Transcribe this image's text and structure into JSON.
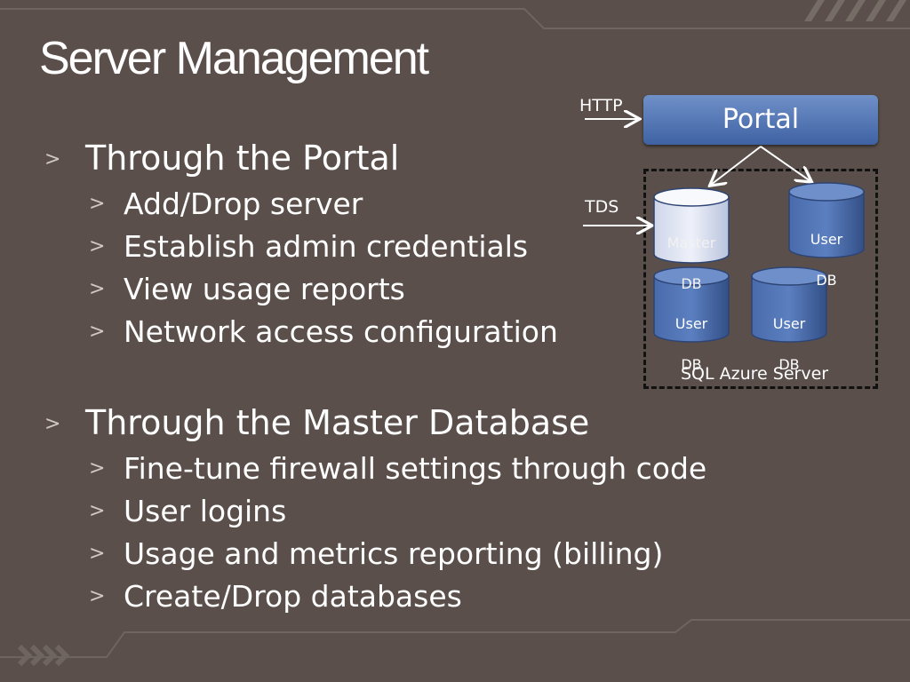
{
  "title": "Server Management",
  "bullets": [
    {
      "text": "Through the Portal",
      "sub": [
        "Add/Drop server",
        "Establish admin credentials",
        "View usage reports",
        "Network access configuration"
      ]
    },
    {
      "text": "Through the Master Database",
      "sub": [
        "Fine-tune firewall settings through code",
        "User logins",
        "Usage and metrics reporting (billing)",
        "Create/Drop databases"
      ]
    }
  ],
  "bullet_marker": ">",
  "diagram": {
    "http_label": "HTTP",
    "tds_label": "TDS",
    "portal_label": "Portal",
    "server_label": "SQL Azure Server",
    "databases": [
      {
        "label_line1": "Master",
        "label_line2": "DB",
        "kind": "master"
      },
      {
        "label_line1": "User",
        "label_line2": "DB",
        "kind": "user"
      },
      {
        "label_line1": "User",
        "label_line2": "DB",
        "kind": "user"
      },
      {
        "label_line1": "User",
        "label_line2": "DB",
        "kind": "user"
      }
    ]
  },
  "colors": {
    "background": "#5a4f4a",
    "portal": "#4f72b3",
    "user_db": "#3f5f9c",
    "master_db": "#dfe4f2"
  }
}
